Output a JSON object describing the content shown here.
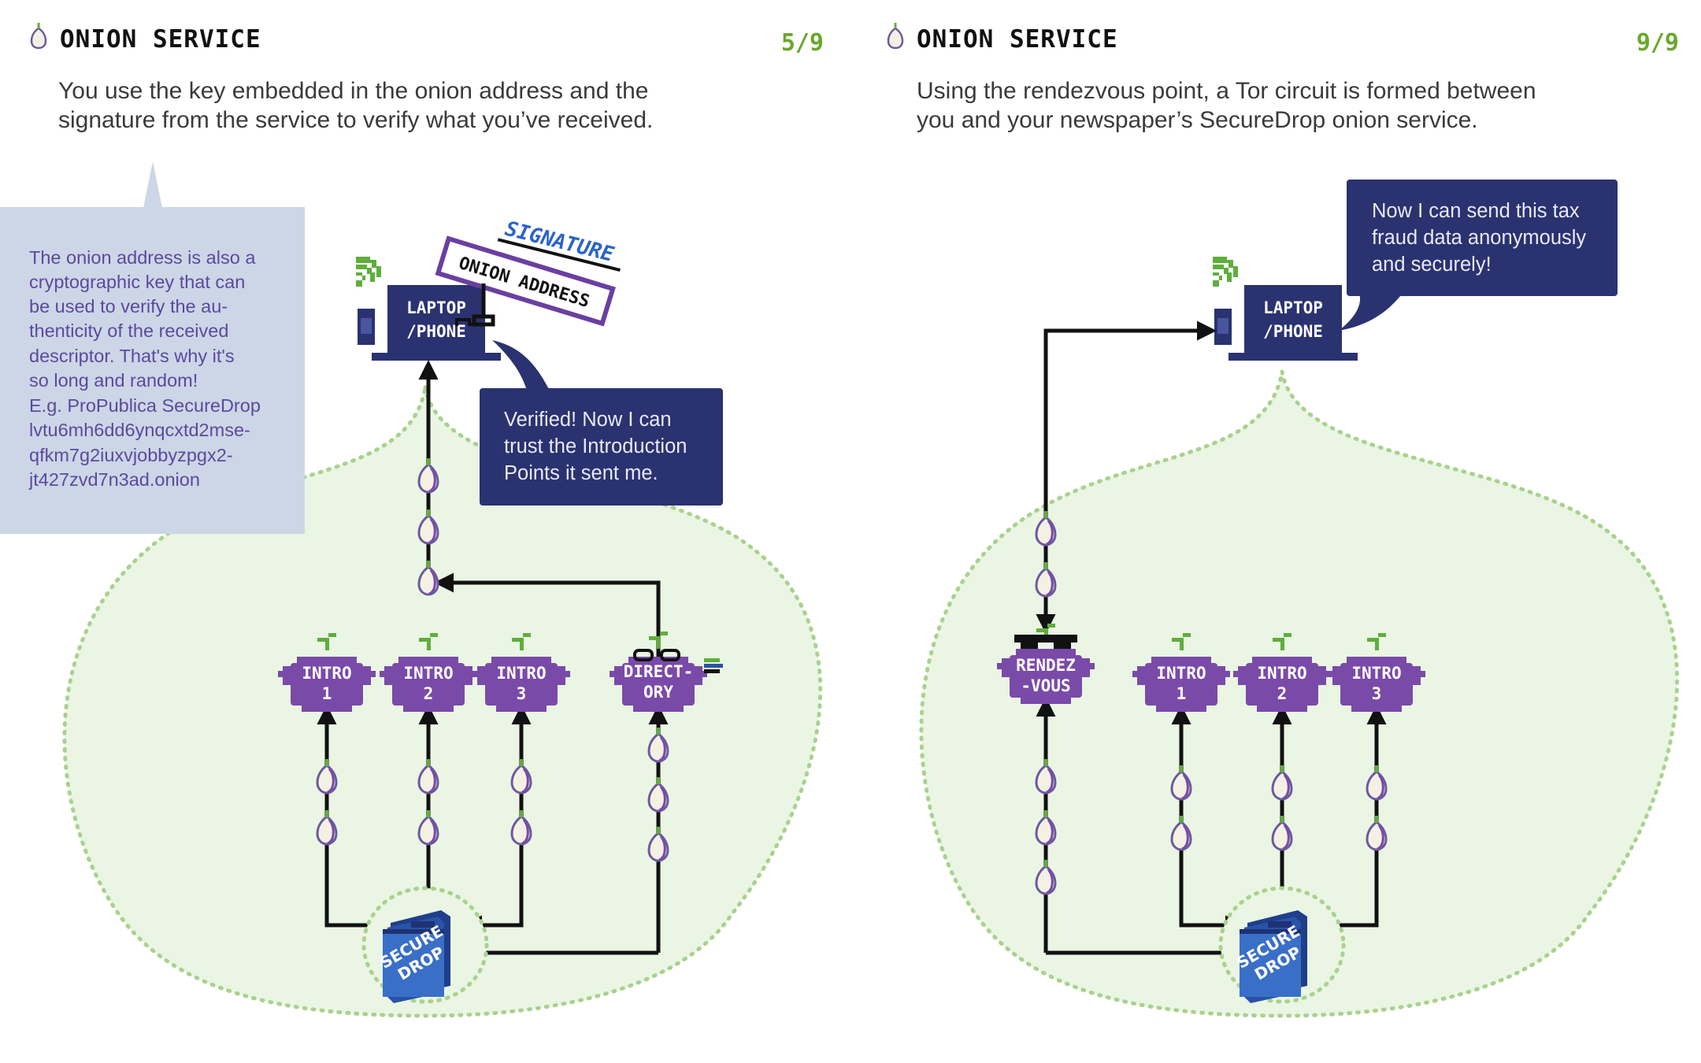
{
  "colors": {
    "accent_green": "#6aa82e",
    "tor_purple": "#7a4aa8",
    "navy": "#2a3270",
    "securedrop_blue": "#3a6fc8",
    "note_bg": "#ccd6e6",
    "cloud_fill": "#eaf5e4",
    "cloud_border": "#a9d28d"
  },
  "panels": [
    {
      "header_icon": "onion-icon",
      "title": "ONION SERVICE",
      "page": "5/9",
      "description": [
        "You use the key embedded in the onion address and the",
        "signature from the service to verify what you’ve received."
      ],
      "note": [
        "The onion address is also a",
        "cryptographic key that can",
        "be used to verify the au-",
        "thenticity of the received",
        "descriptor. That's why it's",
        "so long and random!",
        "E.g. ProPublica SecureDrop",
        "lvtu6mh6dd6ynqcxtd2mse-",
        "qfkm7g2iuxvjobbyzpgx2-",
        "jt427zvd7n3ad.onion"
      ],
      "bubble": [
        "Verified! Now I can",
        "trust the Introduction",
        "Points it sent me."
      ],
      "laptop": [
        "LAPTOP",
        "/PHONE"
      ],
      "signature_tag": "SIGNATURE",
      "address_tag": "ONION ADDRESS",
      "intro_points": [
        [
          "INTRO",
          "1"
        ],
        [
          "INTRO",
          "2"
        ],
        [
          "INTRO",
          "3"
        ]
      ],
      "directory": [
        "DIRECT-",
        "ORY"
      ],
      "securedrop": [
        "SECURE",
        "DROP"
      ]
    },
    {
      "header_icon": "onion-icon",
      "title": "ONION SERVICE",
      "page": "9/9",
      "description": [
        "Using the rendezvous point, a Tor circuit is formed between",
        "you and your newspaper’s SecureDrop onion service."
      ],
      "bubble": [
        "Now I can send this tax",
        "fraud data anonymously",
        "and securely!"
      ],
      "laptop": [
        "LAPTOP",
        "/PHONE"
      ],
      "rendezvous": [
        "RENDEZ",
        "-VOUS"
      ],
      "intro_points": [
        [
          "INTRO",
          "1"
        ],
        [
          "INTRO",
          "2"
        ],
        [
          "INTRO",
          "3"
        ]
      ],
      "securedrop": [
        "SECURE",
        "DROP"
      ]
    }
  ]
}
